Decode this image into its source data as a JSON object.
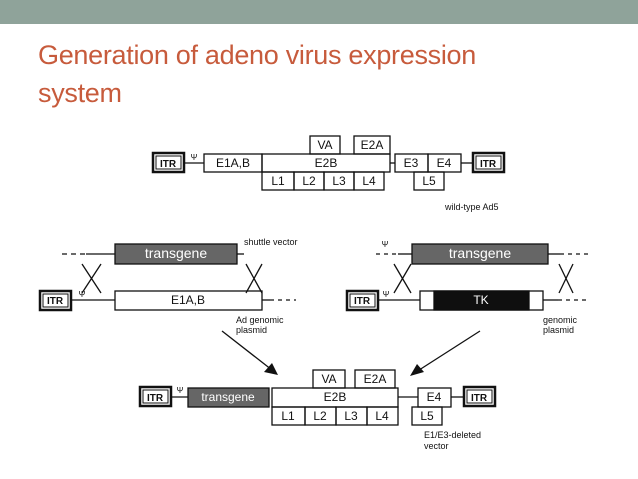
{
  "slide": {
    "title_line1": "Generation of adeno virus expression",
    "title_line2": "system",
    "accent_color": "#c75b3c",
    "top_bar_color": "#8fa39a"
  },
  "labels": {
    "itr": "ITR",
    "psi": "Ψ",
    "e1ab": "E1A,B",
    "va": "VA",
    "e2a": "E2A",
    "e2b": "E2B",
    "e3": "E3",
    "e4": "E4",
    "l1": "L1",
    "l2": "L2",
    "l3": "L3",
    "l4": "L4",
    "l5": "L5",
    "wild_type": "wild-type Ad5",
    "transgene": "transgene",
    "shuttle_vector": "shuttle vector",
    "ad_genomic_plasmid_1": "Ad genomic",
    "ad_genomic_plasmid_2": "plasmid",
    "tk": "TK",
    "genomic_plasmid_1": "genomic",
    "genomic_plasmid_2": "plasmid",
    "deleted_vector_1": "E1/E3-deleted",
    "deleted_vector_2": "vector"
  }
}
